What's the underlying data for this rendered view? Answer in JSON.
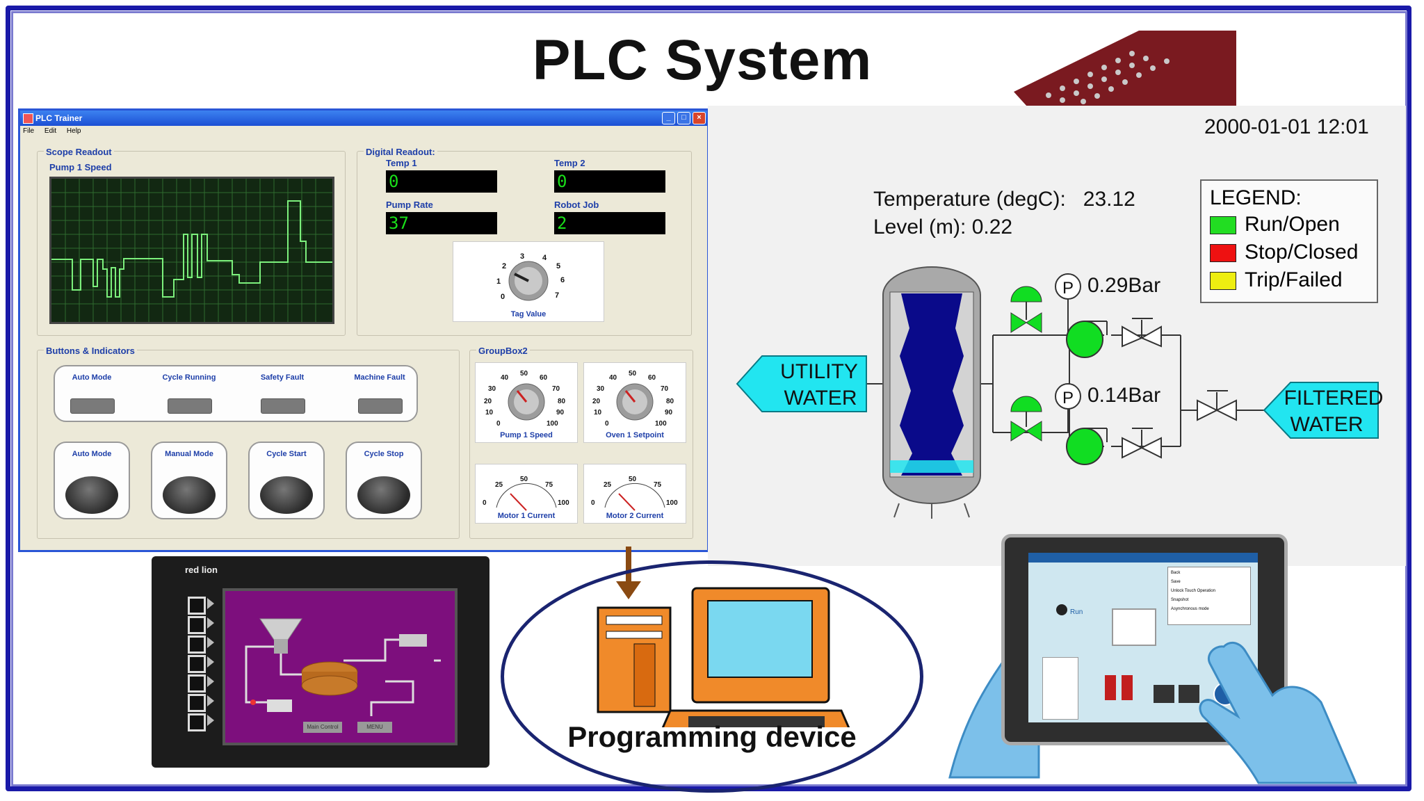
{
  "title": "PLC System",
  "trainer": {
    "window_title": "PLC Trainer",
    "menu": [
      "File",
      "Edit",
      "Help"
    ],
    "scope": {
      "group": "Scope Readout",
      "label": "Pump 1 Speed"
    },
    "digital": {
      "group": "Digital Readout:",
      "temp1_label": "Temp 1",
      "temp1_value": "0",
      "temp2_label": "Temp 2",
      "temp2_value": "0",
      "pump_rate_label": "Pump Rate",
      "pump_rate_value": "37",
      "robot_job_label": "Robot Job",
      "robot_job_value": "2",
      "tag_value_label": "Tag Value",
      "tag_ticks": [
        "0",
        "1",
        "2",
        "3",
        "4",
        "5",
        "6",
        "7"
      ]
    },
    "buttons_group": "Buttons & Indicators",
    "indicators": [
      "Auto Mode",
      "Cycle Running",
      "Safety Fault",
      "Machine Fault"
    ],
    "pushbuttons": [
      "Auto Mode",
      "Manual Mode",
      "Cycle Start",
      "Cycle Stop"
    ],
    "groupbox2": "GroupBox2",
    "dials": [
      {
        "label": "Pump 1 Speed",
        "ticks": [
          "0",
          "10",
          "20",
          "30",
          "40",
          "50",
          "60",
          "70",
          "80",
          "90",
          "100"
        ]
      },
      {
        "label": "Oven 1 Setpoint",
        "ticks": [
          "0",
          "10",
          "20",
          "30",
          "40",
          "50",
          "60",
          "70",
          "80",
          "90",
          "100"
        ]
      }
    ],
    "meters": [
      {
        "label": "Motor 1 Current",
        "ticks": [
          "0",
          "25",
          "50",
          "75",
          "100"
        ]
      },
      {
        "label": "Motor 2 Current",
        "ticks": [
          "0",
          "25",
          "50",
          "75",
          "100"
        ]
      }
    ]
  },
  "scada": {
    "timestamp": "2000-01-01 12:01",
    "temperature": "Temperature (degC):   23.12",
    "level": "Level (m):  0.22",
    "legend": {
      "title": "LEGEND:",
      "items": [
        {
          "label": "Run/Open",
          "color": "#22dd22"
        },
        {
          "label": "Stop/Closed",
          "color": "#ee1111"
        },
        {
          "label": "Trip/Failed",
          "color": "#eeee11"
        }
      ]
    },
    "pressure1": "0.29Bar",
    "pressure2": "0.14Bar",
    "pressure_symbol": "P",
    "inlet_line1": "UTILITY",
    "inlet_line2": "WATER",
    "outlet_line1": "FILTERED",
    "outlet_line2": "WATER",
    "colors": {
      "pump": "#11dd22",
      "tank_fill": "#0a0a8a",
      "arrow": "#22e5f0"
    }
  },
  "hmi": {
    "brand": "red lion",
    "btn1": "Main Control",
    "btn2": "MENU"
  },
  "programming": {
    "label": "Programming device"
  },
  "tablet": {
    "run": "Run",
    "menu": [
      "Back",
      "Save",
      "Unlock Touch Operation",
      "Snapshot",
      "Asynchronous mode"
    ]
  }
}
